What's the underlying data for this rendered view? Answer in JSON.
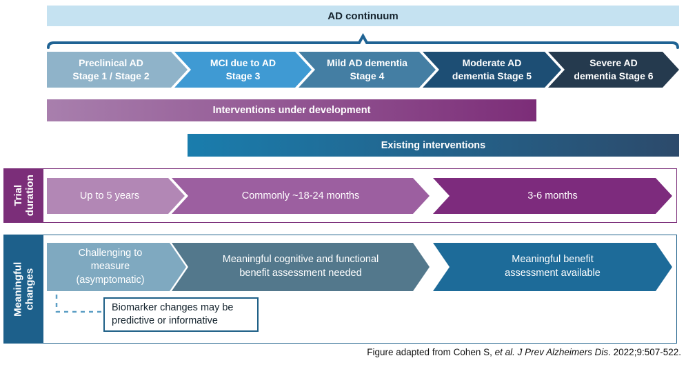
{
  "header": {
    "title": "AD continuum",
    "bar_color": "#c5e2f1",
    "brace_color": "#1f6394",
    "title_color": "#16242e"
  },
  "stages": {
    "items": [
      {
        "label": "Preclinical AD\nStage 1 / Stage 2",
        "color": "#8fb3c9"
      },
      {
        "label": "MCI due to AD\nStage 3",
        "color": "#3f9ad3"
      },
      {
        "label": "Mild AD dementia\nStage 4",
        "color": "#447ea3"
      },
      {
        "label": "Moderate AD\ndementia Stage 5",
        "color": "#1d4e74"
      },
      {
        "label": "Severe AD\ndementia Stage 6",
        "color": "#253a4e"
      }
    ]
  },
  "bars": {
    "development": {
      "label": "Interventions under development",
      "gradient": "linear-gradient(90deg, #a87fad, #7c2d78)"
    },
    "existing": {
      "label": "Existing interventions",
      "gradient": "linear-gradient(90deg, #1a7dad, #2c4a6b)"
    }
  },
  "trial_duration": {
    "section_label": "Trial\nduration",
    "color": "#7b2e79",
    "items": [
      {
        "label": "Up to 5 years",
        "color": "#b287b5"
      },
      {
        "label": "Commonly ~18-24 months",
        "color": "#9c5fa0"
      },
      {
        "label": "3-6 months",
        "color": "#7d2b7d"
      }
    ]
  },
  "meaningful_changes": {
    "section_label": "Meaningful\nchanges",
    "color": "#1d608b",
    "items": [
      {
        "label": "Challenging to\nmeasure\n(asymptomatic)",
        "color": "#7fa9c0"
      },
      {
        "label": "Meaningful cognitive and functional\nbenefit assessment needed",
        "color": "#53788c"
      },
      {
        "label": "Meaningful benefit\nassessment available",
        "color": "#1d6b99"
      }
    ],
    "callout": {
      "text": "Biomarker changes may be\npredictive or informative",
      "border_color": "#1d5f86",
      "dash_color": "#5b9ec4"
    }
  },
  "footer": {
    "prefix": "Figure adapted from Cohen S, ",
    "italic": "et al. J Prev Alzheimers Dis",
    "suffix": ". 2022;9:507-522."
  }
}
